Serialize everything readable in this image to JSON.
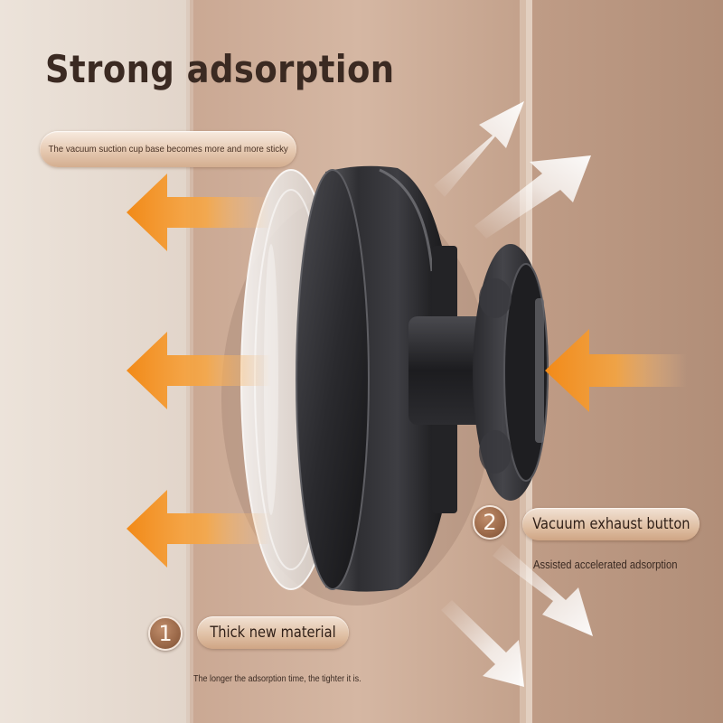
{
  "headline": "Strong adsorption",
  "top_note": "The vacuum suction cup base becomes more and more sticky",
  "features": [
    {
      "number": "1",
      "label": "Thick new material",
      "caption": "The longer the adsorption time, the tighter it is."
    },
    {
      "number": "2",
      "label": "Vacuum exhaust button",
      "caption": "Assisted accelerated adsorption"
    }
  ],
  "colors": {
    "wall_light": "#e9ddd3",
    "wall_beige": "#c9a994",
    "headline_text": "#3b2a22",
    "pill_fill": "#e2c4aa",
    "badge_fill": "#9a6848",
    "arrow_orange": "#f39a2a",
    "arrow_white": "#ffffff",
    "cup_dark": "#2a2a2d"
  },
  "icons": [
    "orange-arrow-left",
    "orange-arrow-left",
    "orange-arrow-left",
    "orange-arrow-left",
    "white-arrow-up-right",
    "white-arrow-up-right",
    "white-arrow-down-right",
    "white-arrow-down-right"
  ]
}
